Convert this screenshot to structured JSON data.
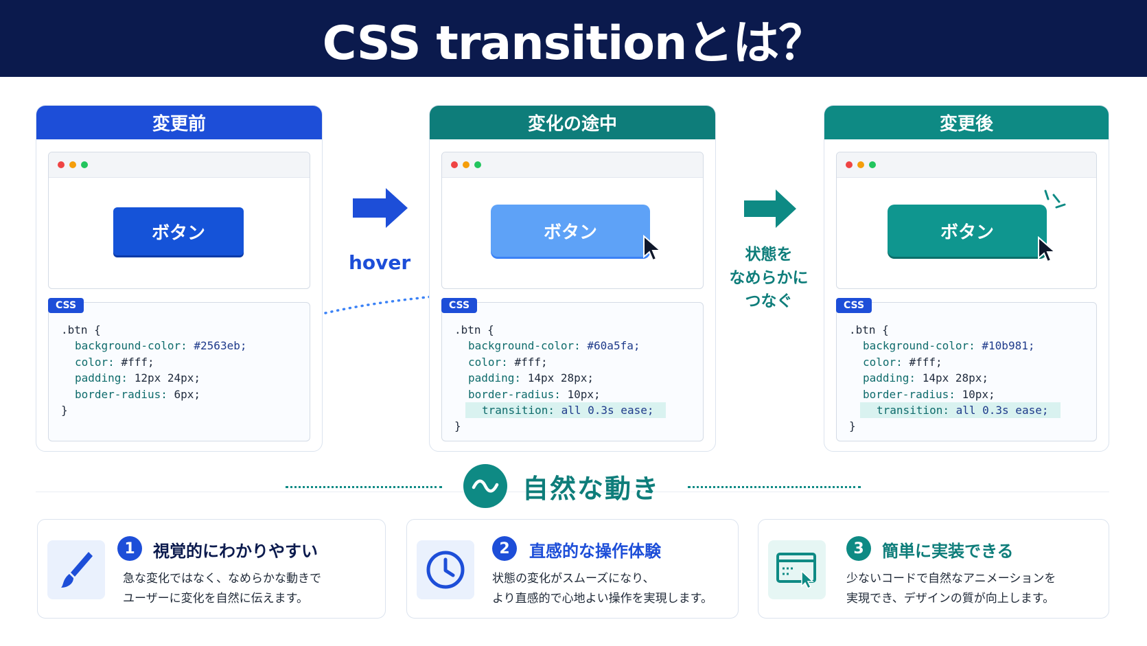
{
  "title": "CSS transitionとは？",
  "colors": {
    "navy": "#0b1a4d",
    "blue": "#1d4ed8",
    "light_blue": "#60a5fa",
    "teal": "#0e8a84"
  },
  "panels": [
    {
      "heading": "変更前",
      "button_label": "ボタン",
      "badge": "CSS",
      "code": [
        ".btn {",
        "background-color:",
        "#2563eb;",
        "color:",
        "#fff;",
        "padding:",
        "12px 24px;",
        "border-radius:",
        "6px;",
        "}"
      ]
    },
    {
      "heading": "変化の途中",
      "button_label": "ボタン",
      "badge": "CSS",
      "code": [
        ".btn {",
        "background-color:",
        "#60a5fa;",
        "color:",
        "#fff;",
        "padding:",
        "14px 28px;",
        "border-radius:",
        "10px;",
        "transition:",
        "all 0.3s ease;",
        "}"
      ]
    },
    {
      "heading": "変更後",
      "button_label": "ボタン",
      "badge": "CSS",
      "code": [
        ".btn {",
        "background-color:",
        "#10b981;",
        "color:",
        "#fff;",
        "padding:",
        "14px 28px;",
        "border-radius:",
        "10px;",
        "transition:",
        "all 0.3s ease;",
        "}"
      ]
    }
  ],
  "arrow1_label": "hover",
  "arrow2_label": [
    "状態を",
    "なめらかに",
    "つなぐ"
  ],
  "section_title": "自然な動き",
  "features": [
    {
      "num": "1",
      "title": "視覚的にわかりやすい",
      "desc": [
        "急な変化ではなく、なめらかな動きで",
        "ユーザーに変化を自然に伝えます。"
      ],
      "icon": "paintbrush-icon"
    },
    {
      "num": "2",
      "title": "直感的な操作体験",
      "desc": [
        "状態の変化がスムーズになり、",
        "より直感的で心地よい操作を実現します。"
      ],
      "icon": "clock-icon"
    },
    {
      "num": "3",
      "title": "簡単に実装できる",
      "desc": [
        "少ないコードで自然なアニメーションを",
        "実現でき、デザインの質が向上します。"
      ],
      "icon": "browser-click-icon"
    }
  ]
}
